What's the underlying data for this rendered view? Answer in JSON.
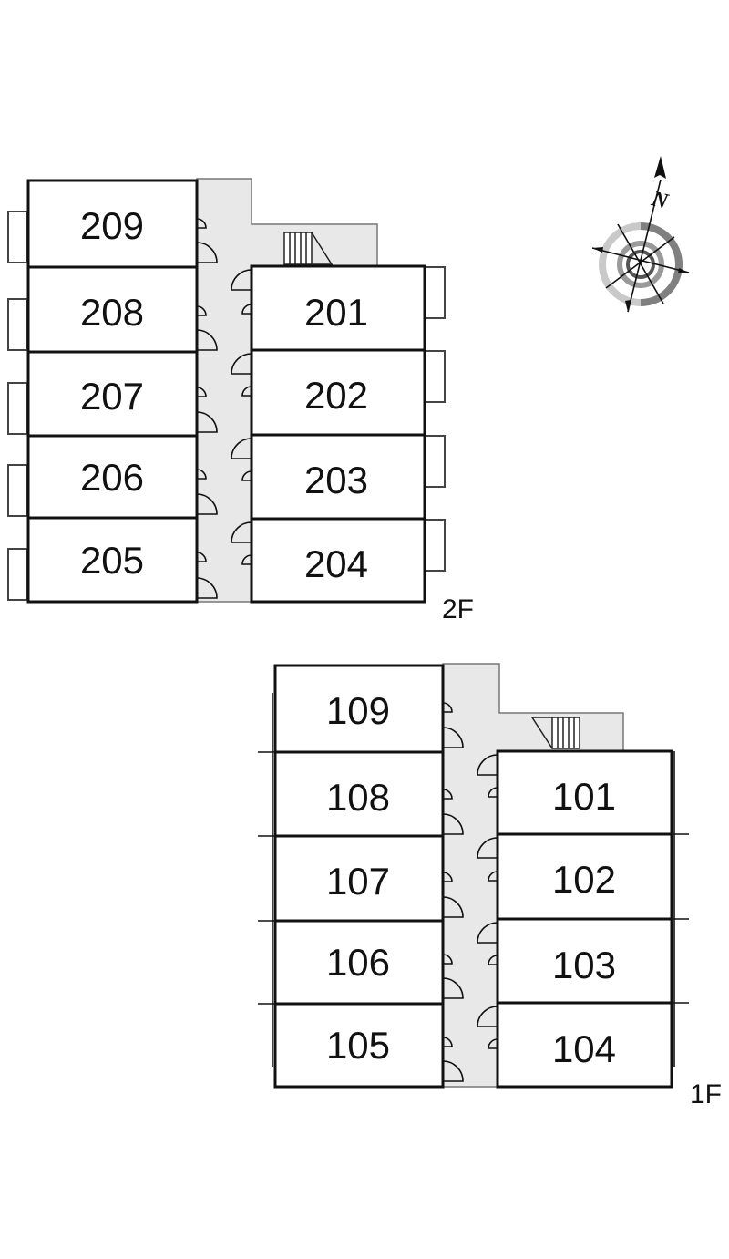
{
  "floors": [
    {
      "label": "2F",
      "west_units": [
        "209",
        "208",
        "207",
        "206",
        "205"
      ],
      "east_units": [
        "201",
        "202",
        "203",
        "204"
      ]
    },
    {
      "label": "1F",
      "west_units": [
        "109",
        "108",
        "107",
        "106",
        "105"
      ],
      "east_units": [
        "101",
        "102",
        "103",
        "104"
      ]
    }
  ],
  "compass": {
    "north_label": "N"
  }
}
